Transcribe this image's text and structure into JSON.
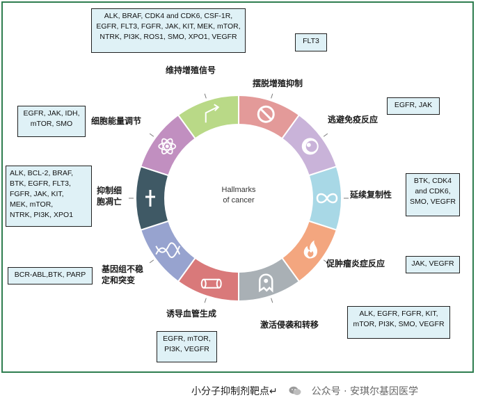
{
  "center": {
    "line1": "Hallmarks",
    "line2": "of cancer"
  },
  "hallmarks": [
    {
      "id": "evading-growth-suppressors",
      "label": "摆脱增殖抑制",
      "color": "#e39a99",
      "icon": "prohibition-icon"
    },
    {
      "id": "immune-evasion",
      "label": "逃避免疫反应",
      "color": "#c9b3d9",
      "icon": "pacman-cell-icon"
    },
    {
      "id": "replicative-immortality",
      "label": "延续复制性",
      "color": "#a8d8e6",
      "icon": "infinity-icon"
    },
    {
      "id": "tumor-promoting-inflammation",
      "label": "促肿瘤炎症反应",
      "color": "#f3a67f",
      "icon": "flame-icon"
    },
    {
      "id": "invasion-metastasis",
      "label": "激活侵袭和转移",
      "color": "#a9b0b5",
      "icon": "ghost-cell-icon"
    },
    {
      "id": "angiogenesis",
      "label": "诱导血管生成",
      "color": "#d9797a",
      "icon": "vessel-icon"
    },
    {
      "id": "genome-instability",
      "label": "基因组不稳\n定和突变",
      "color": "#97a3cf",
      "icon": "dna-icon"
    },
    {
      "id": "resisting-cell-death",
      "label": "抑制细\n胞凋亡",
      "color": "#3f5965",
      "icon": "dagger-icon"
    },
    {
      "id": "deregulating-energetics",
      "label": "细胞能量调节",
      "color": "#c18fc0",
      "icon": "atom-icon"
    },
    {
      "id": "sustaining-proliferative-signaling",
      "label": "维持增殖信号",
      "color": "#b9d987",
      "icon": "arrow-up-right-icon"
    }
  ],
  "targets": {
    "sustaining": "ALK, BRAF, CDK4 and CDK6, CSF-1R,\nEGFR, FLT3,  FGFR, JAK, KIT, MEK, mTOR,\nNTRK, PI3K, ROS1, SMO, XPO1, VEGFR",
    "growth_suppressors": "FLT3",
    "immune": "EGFR, JAK",
    "energetics": "EGFR, JAK, IDH,\nmTOR, SMO",
    "cell_death": "ALK, BCL-2,     BRAF,\nBTK,     EGFR, FLT3,\nFGFR, JAK,       KIT,\nMEK,      mTOR,\nNTRK,     PI3K, XPO1",
    "replicative": "BTK, CDK4\nand CDK6,\nSMO, VEGFR",
    "inflammation": "JAK, VEGFR",
    "genome": "BCR-ABL,BTK, PARP",
    "invasion": "ALK, EGFR, FGFR, KIT,\nmTOR, PI3K, SMO, VEGFR",
    "angiogenesis": "EGFR, mTOR,\nPI3K, VEGFR"
  },
  "footer": {
    "title": "小分子抑制剂靶点",
    "source": "公众号 · 安琪尔基因医学"
  }
}
